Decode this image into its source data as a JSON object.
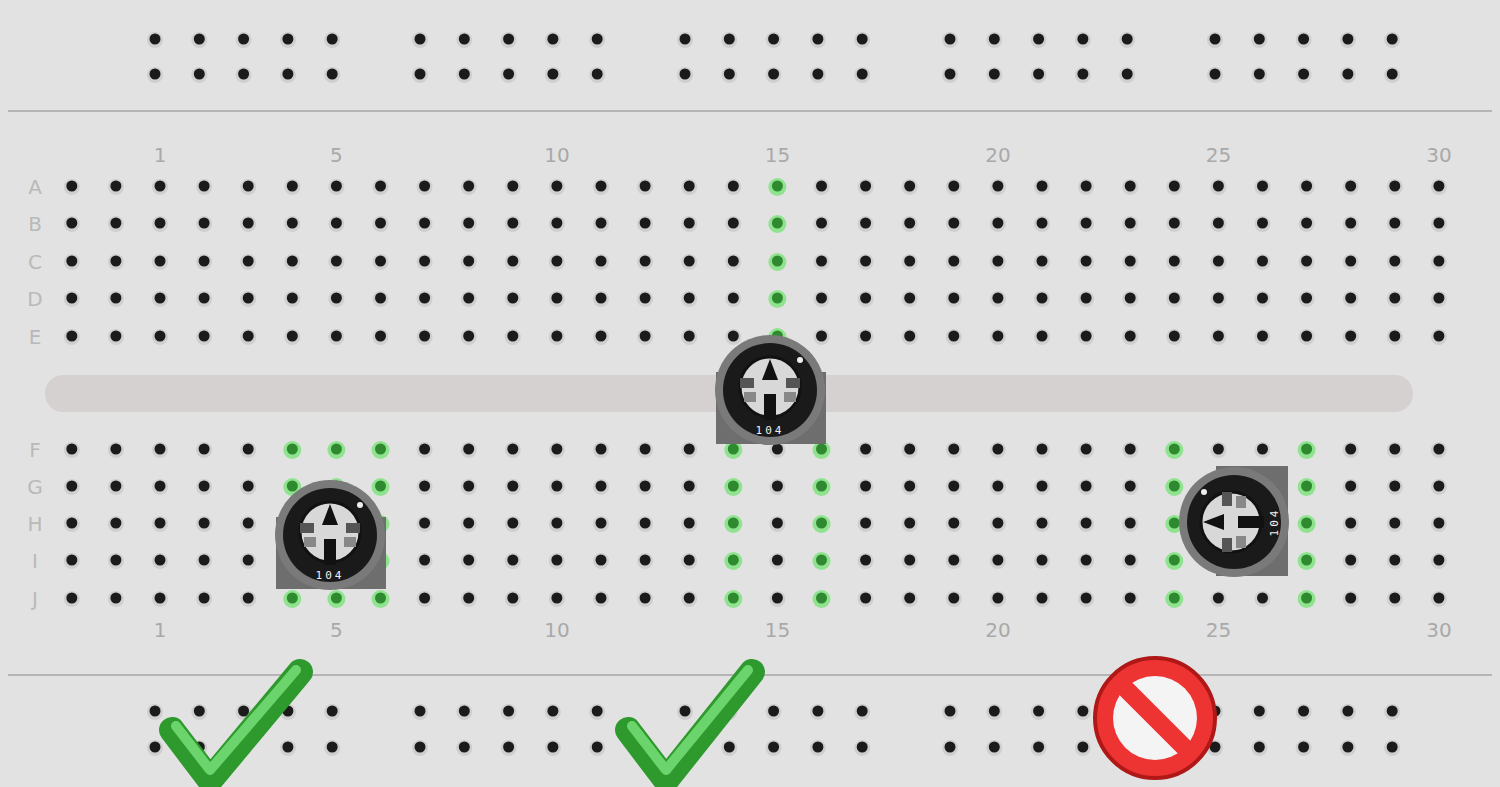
{
  "diagram": {
    "labels": [
      "1",
      "5",
      "10",
      "15",
      "20",
      "25",
      "30",
      "A",
      "B",
      "C",
      "D",
      "E",
      "F",
      "G",
      "H",
      "I",
      "J",
      "1",
      "5",
      "10",
      "15",
      "20",
      "25",
      "30",
      "104",
      "104",
      "104"
    ]
  }
}
